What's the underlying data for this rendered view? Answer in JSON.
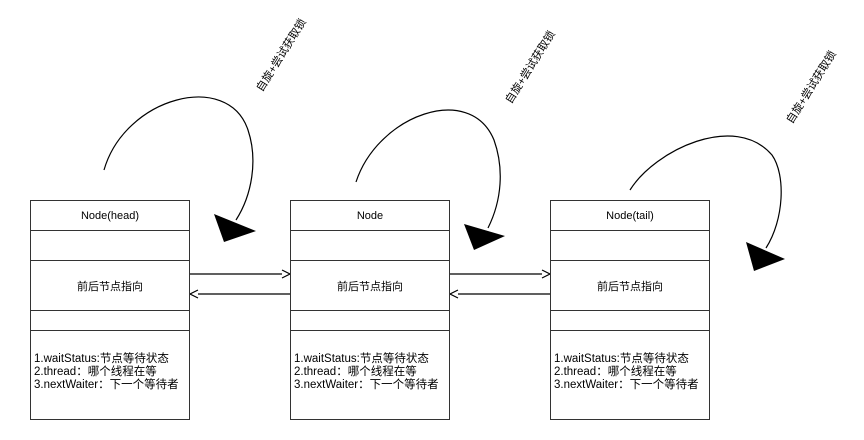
{
  "nodes": [
    {
      "title": "Node(head)",
      "middle": "前后节点指向",
      "fields": [
        "1.waitStatus:节点等待状态",
        "2.thread：哪个线程在等",
        "3.nextWaiter：下一个等待者"
      ]
    },
    {
      "title": "Node",
      "middle": "前后节点指向",
      "fields": [
        "1.waitStatus:节点等待状态",
        "2.thread：哪个线程在等",
        "3.nextWaiter：下一个等待者"
      ]
    },
    {
      "title": "Node(tail)",
      "middle": "前后节点指向",
      "fields": [
        "1.waitStatus:节点等待状态",
        "2.thread：哪个线程在等",
        "3.nextWaiter：下一个等待者"
      ]
    }
  ],
  "spin_labels": [
    "自旋+尝试获取锁",
    "自旋+尝试获取锁",
    "自旋+尝试获取锁"
  ],
  "colors": {
    "stroke": "#333333",
    "text": "#000000",
    "background": "#ffffff"
  }
}
